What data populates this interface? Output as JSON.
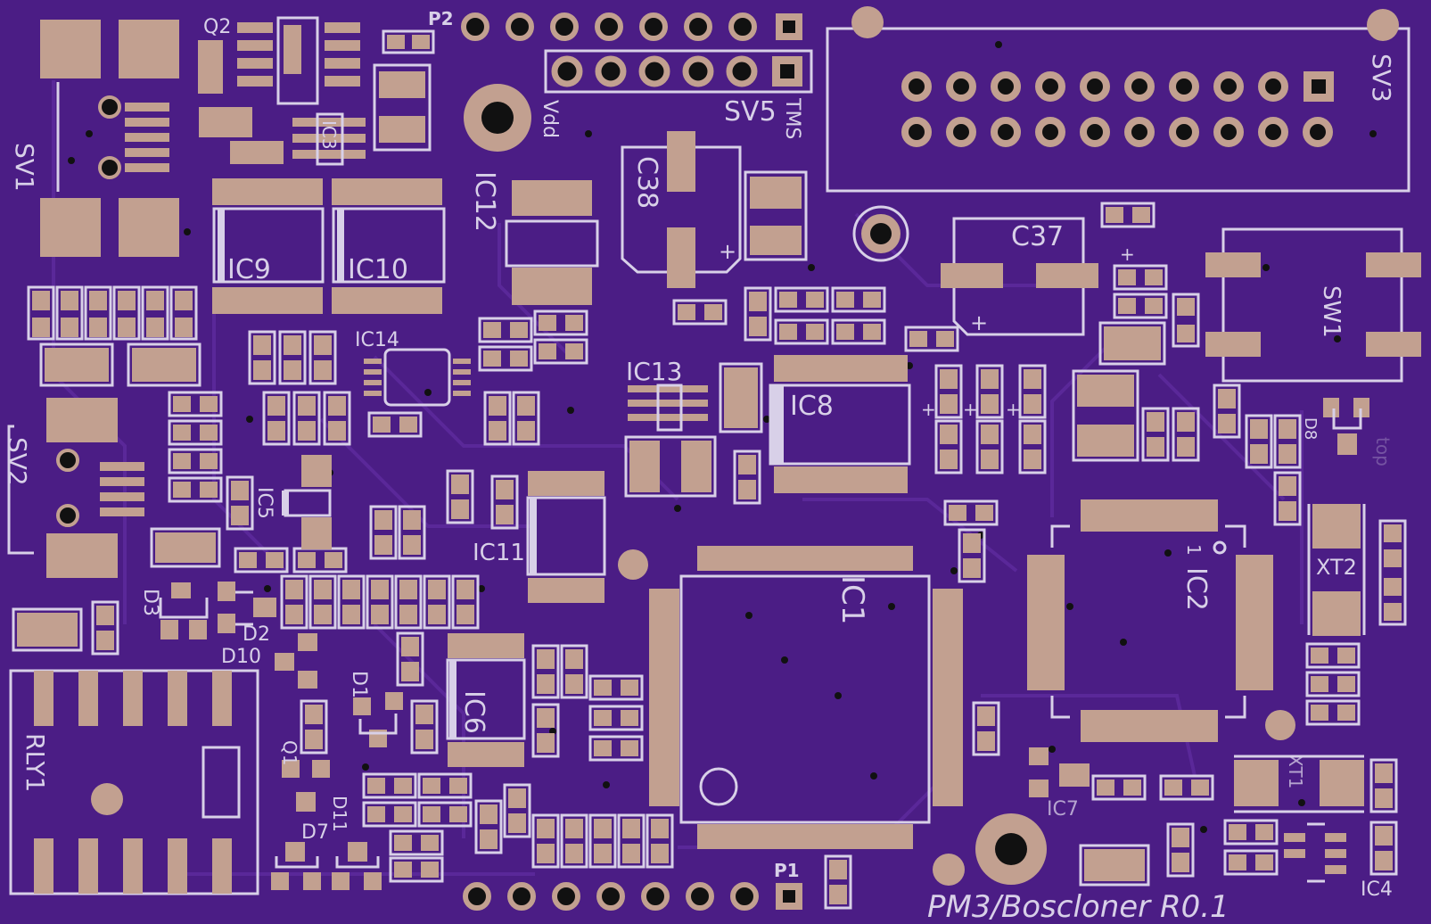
{
  "board": {
    "colors": {
      "substrate": "#4b1d85",
      "copper": "#5a2899",
      "silkscreen": "#d8d0e8",
      "pad": "#c2a090",
      "hole": "#111111"
    },
    "title": "PM3/Boscloner R0.1",
    "layer_tag": "top"
  },
  "designators": {
    "q2": "Q2",
    "p2": "P2",
    "p1": "P1",
    "sv1": "SV1",
    "sv2": "SV2",
    "sv3": "SV3",
    "sv5": "SV5",
    "vdd": "Vdd",
    "tms": "TMS",
    "ic3": "IC3",
    "ic9": "IC9",
    "ic10": "IC10",
    "ic12": "IC12",
    "c38": "C38",
    "c37": "C37",
    "sw1": "SW1",
    "ic14": "IC14",
    "ic13": "IC13",
    "ic8": "IC8",
    "d8": "D8",
    "ic5": "IC5",
    "ic11": "IC11",
    "ic1": "IC1",
    "ic2": "IC2",
    "xt2": "XT2",
    "d3": "D3",
    "d2": "D2",
    "d10": "D10",
    "d1": "D1",
    "rly1": "RLY1",
    "ic6": "IC6",
    "q1": "Q1",
    "d11": "D11",
    "d7": "D7",
    "ic7": "IC7",
    "xt1": "XT1",
    "ic4": "IC4",
    "pin1": "1",
    "plus": "+"
  }
}
